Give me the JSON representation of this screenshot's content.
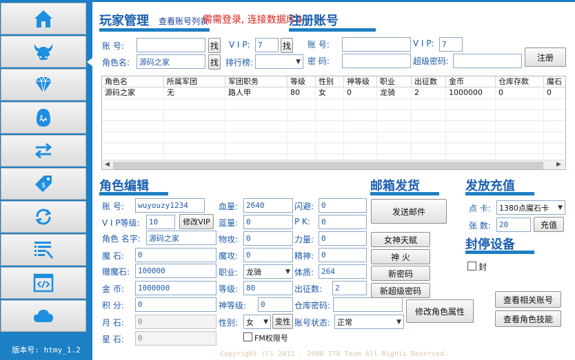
{
  "sidebar": {
    "items": [
      {
        "icon": "home-icon"
      },
      {
        "icon": "viking-helmet-icon"
      },
      {
        "icon": "diamond-icon"
      },
      {
        "icon": "egg-icon"
      },
      {
        "icon": "swap-arrows-icon"
      },
      {
        "icon": "price-tag-icon"
      },
      {
        "icon": "refresh-icon"
      },
      {
        "icon": "list-settings-icon"
      },
      {
        "icon": "code-window-icon"
      },
      {
        "icon": "cloud-icon"
      }
    ],
    "version": "版本号: htmy_1.2"
  },
  "player_mgmt": {
    "title": "玩家管理",
    "view_accounts_link": "查看账号列表",
    "status_message": "需需登录, 连接数据库B",
    "account_label": "账  号:",
    "account_value": "",
    "find1": "找",
    "vip_label": "V I P:",
    "vip_value": "7",
    "find2": "找",
    "role_name_label": "角色名:",
    "role_name_value": "源码之家",
    "find3": "找",
    "rank_label": "排行榜:",
    "rank_value": ""
  },
  "register": {
    "title": "注册账号",
    "account_label": "账  号:",
    "account_value": "",
    "vip_label": "V I P:",
    "vip_value": "7",
    "password_label": "密  码:",
    "password_value": "",
    "super_password_label": "超级密码:",
    "super_password_value": "",
    "register_button": "注册"
  },
  "table": {
    "columns": [
      "角色名",
      "所属军团",
      "军团职务",
      "等级",
      "性别",
      "神等级",
      "职业",
      "出征数",
      "金币",
      "仓库存款",
      "魔石"
    ],
    "rows": [
      [
        "源码之家",
        "无",
        "路人甲",
        "80",
        "女",
        "0",
        "龙骑",
        "2",
        "1000000",
        "0",
        "0"
      ]
    ]
  },
  "role_edit": {
    "title": "角色编辑",
    "account_label": "账  号:",
    "account_value": "wuyouzy1234",
    "vip_level_label": "V I P等级:",
    "vip_level_value": "10",
    "modify_vip_button": "修改VIP",
    "role_name_label": "角色 名字:",
    "role_name_value": "源码之家",
    "magic_stone_label": "魔  石:",
    "magic_stone_value": "0",
    "gift_stone_label": "赠魔石:",
    "gift_stone_value": "100000",
    "gold_label": "金  币:",
    "gold_value": "1000000",
    "points_label": "积  分:",
    "points_value": "0",
    "moon_stone_label": "月  石:",
    "moon_stone_value": "0",
    "star_stone_label": "星  石:",
    "star_stone_value": "0",
    "hp_label": "血量:",
    "hp_value": "2640",
    "mp_label": "蓝量:",
    "mp_value": "0",
    "phys_def_label": "物攻:",
    "phys_def_value": "0",
    "magic_atk_label": "魔攻:",
    "magic_atk_value": "0",
    "class_label": "职业:",
    "class_value": "龙骑",
    "level_label": "等级:",
    "level_value": "80",
    "god_level_label": "神等级:",
    "god_level_value": "0",
    "gender_label": "性别:",
    "gender_value": "女",
    "change_gender_button": "变性",
    "fm_label": "FM权限号",
    "dodge_label": "闪避:",
    "dodge_value": "0",
    "pk_label": "P  K:",
    "pk_value": "0",
    "strength_label": "力量:",
    "strength_value": "0",
    "spirit_label": "精神:",
    "spirit_value": "0",
    "physique_label": "体质:",
    "physique_value": "264",
    "expedition_label": "出征数:",
    "expedition_value": "2",
    "warehouse_pwd_label": "仓库密码:",
    "warehouse_pwd_value": "",
    "account_status_label": "账号状态:",
    "account_status_value": "正常",
    "modify_attr_button": "修改角色属性"
  },
  "mail": {
    "title": "邮箱发货",
    "send_mail_button": "发送邮件",
    "goddess_button": "女神天赋",
    "god_fire_button": "神  火",
    "new_password_button": "新密码",
    "new_super_password_button": "新超级密码"
  },
  "recharge": {
    "title": "发放充值",
    "point_card_label": "点  卡:",
    "point_card_value": "1380点魔石卡",
    "count_label": "张  数:",
    "count_value": "20",
    "recharge_button": "充值"
  },
  "ban": {
    "title": "封停设备",
    "ban_label": "封"
  },
  "actions": {
    "view_related_accounts": "查看相关账号",
    "view_role_skills": "查看角色技能"
  },
  "footer": {
    "copyright": "Copyright (C) 2015 - 2088 178 Team All Rights Reserved."
  },
  "colors": {
    "sidebar_bg": "#1d7fc4",
    "accent": "#1c5fb0",
    "status_red": "#d6201b"
  }
}
